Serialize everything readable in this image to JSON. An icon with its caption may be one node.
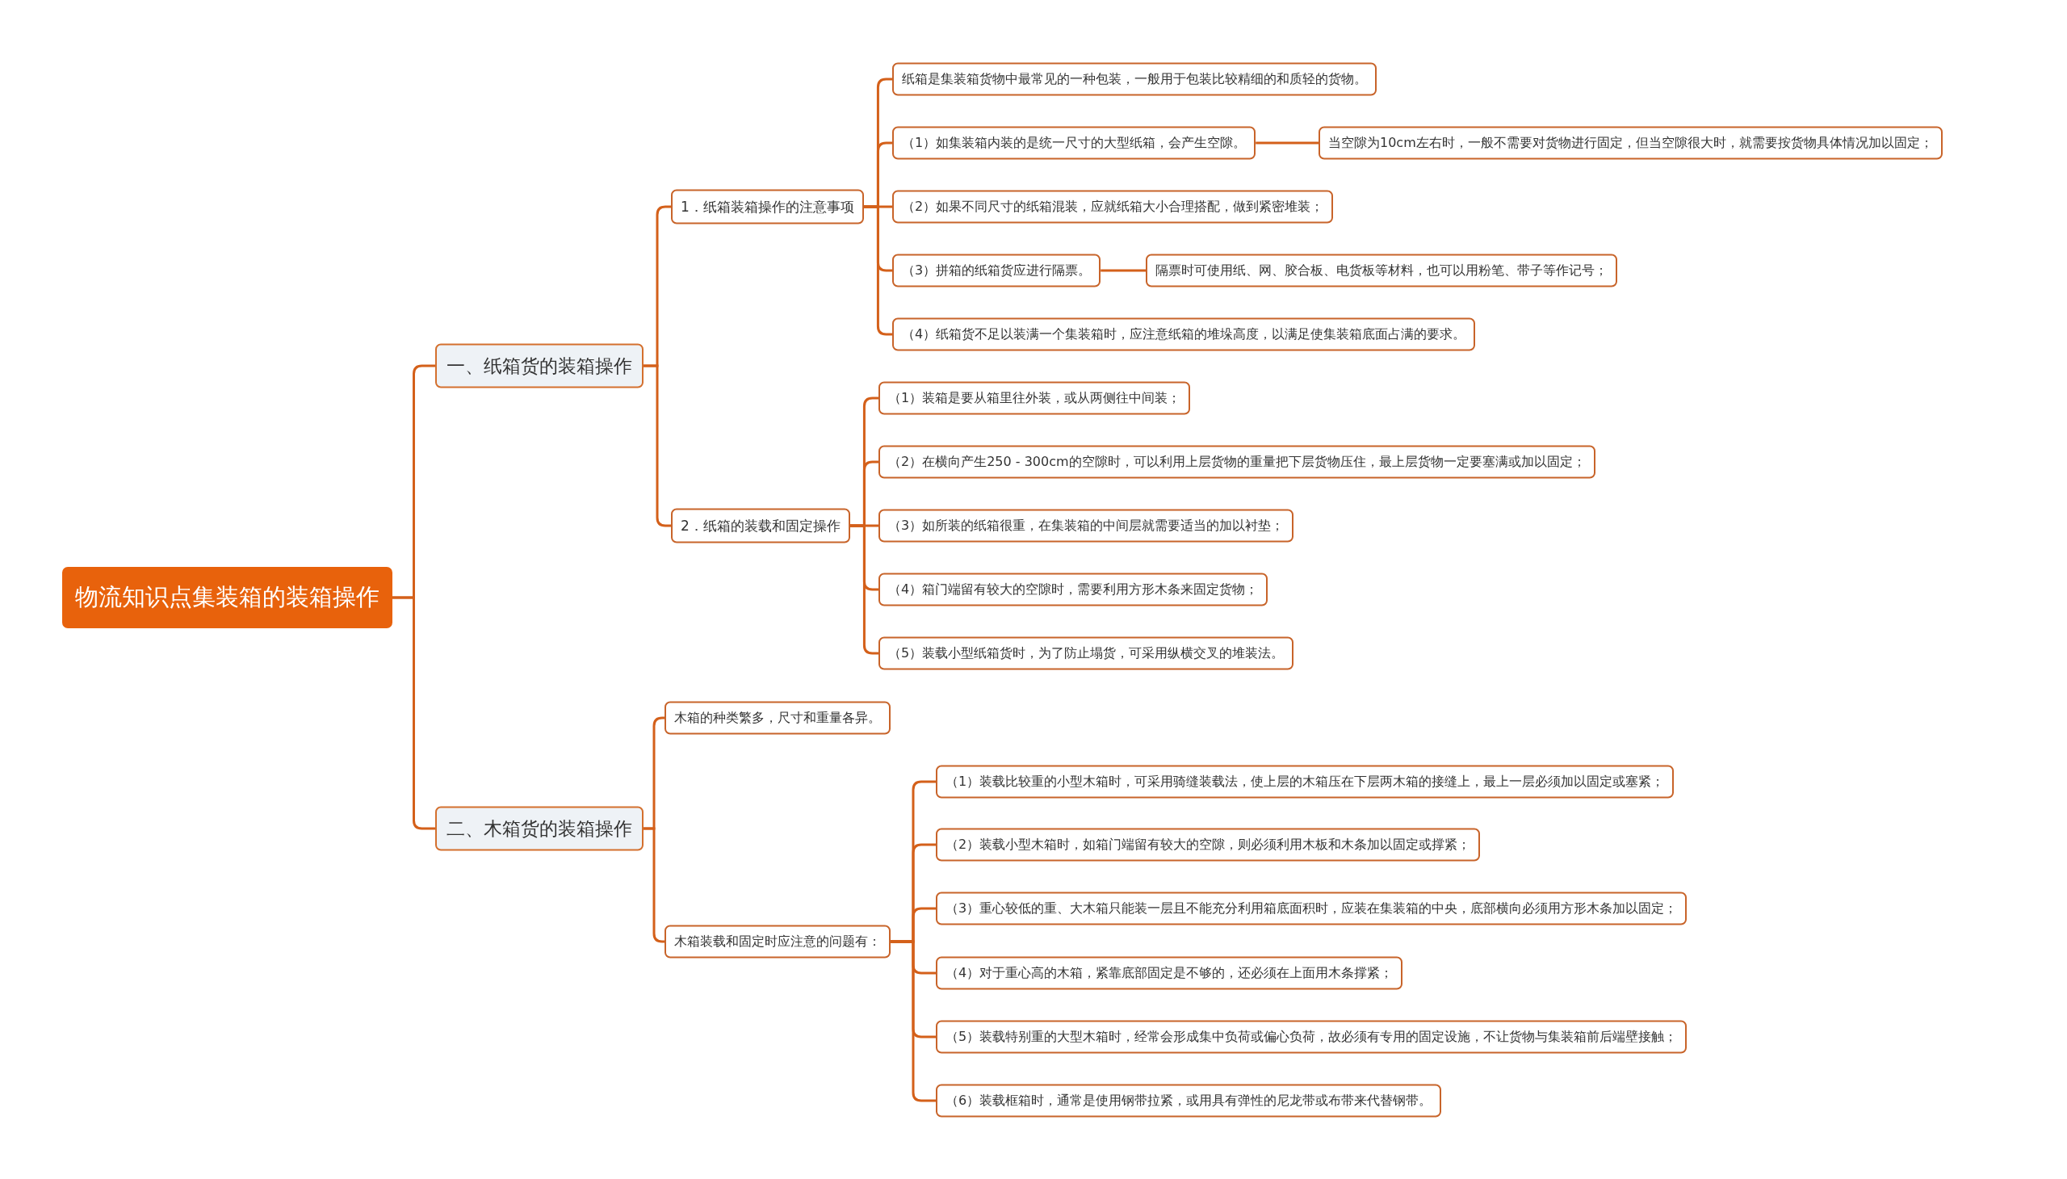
{
  "diagram": {
    "nodes": [
      {
        "text": [
          "物流知识点集装箱的装箱操作"
        ]
      },
      {
        "text": [
          "一、纸箱货的装箱操作"
        ]
      },
      {
        "text": [
          "1．纸箱装箱操作的注意事项"
        ]
      },
      {
        "text": [
          "纸箱是集装箱货物中最常见的一种包装，一般用于包装比较精细的和质轻的货物。"
        ]
      },
      {
        "text": [
          "（1）如集装箱内装的是统一尺寸的大型纸箱，会产生空隙。"
        ]
      },
      {
        "text": [
          "当空隙为10cm左右时，一般不需要对货物进行固定，但当空隙很大时，就需要按货物具体情况加以固定；"
        ]
      },
      {
        "text": [
          "（2）如果不同尺寸的纸箱混装，应就纸箱大小合理搭配，做到紧密堆装；"
        ]
      },
      {
        "text": [
          "（3）拼箱的纸箱货应进行隔票。"
        ]
      },
      {
        "text": [
          "隔票时可使用纸、网、胶合板、电货板等材料，也可以用粉笔、带子等作记号；"
        ]
      },
      {
        "text": [
          "（4）纸箱货不足以装满一个集装箱时，应注意纸箱的堆垛高度，以满足使集装箱底面占满的要求。"
        ]
      },
      {
        "text": [
          "2．纸箱的装载和固定操作"
        ]
      },
      {
        "text": [
          "（1）装箱是要从箱里往外装，或从两侧往中间装；"
        ]
      },
      {
        "text": [
          "（2）在横向产生250 - 300cm的空隙时，可以利用上层货物的重量把下层货物压住，最上层货物一定要塞满或加以固定；"
        ]
      },
      {
        "text": [
          "（3）如所装的纸箱很重，在集装箱的中间层就需要适当的加以衬垫；"
        ]
      },
      {
        "text": [
          "（4）箱门端留有较大的空隙时，需要利用方形木条来固定货物；"
        ]
      },
      {
        "text": [
          "（5）装载小型纸箱货时，为了防止塌货，可采用纵横交叉的堆装法。"
        ]
      },
      {
        "text": [
          "二、木箱货的装箱操作"
        ]
      },
      {
        "text": [
          "木箱的种类繁多，尺寸和重量各异。"
        ]
      },
      {
        "text": [
          "木箱装载和固定时应注意的问题有："
        ]
      },
      {
        "text": [
          "（1）装载比较重的小型木箱时，可采用骑缝装载法，使上层的木箱压在下层两木箱的接缝上，最上一层必须加以固定或塞紧；"
        ]
      },
      {
        "text": [
          "（2）装载小型木箱时，如箱门端留有较大的空隙，则必须利用木板和木条加以固定或撑紧；"
        ]
      },
      {
        "text": [
          "（3）重心较低的重、大木箱只能装一层且不能充分利用箱底面积时，应装在集装箱的中央，底部横向必须用方形木条加以固定；"
        ]
      },
      {
        "text": [
          "（4）对于重心高的木箱，紧靠底部固定是不够的，还必须在上面用木条撑紧；"
        ]
      },
      {
        "text": [
          "（5）装载特别重的大型木箱时，经常会形成集中负荷或偏心负荷，故必须有专用的固定设施，不让货物与集装箱前后端壁接触；"
        ]
      },
      {
        "text": [
          "（6）装载框箱时，通常是使用钢带拉紧，或用具有弹性的尼龙带或布带来代替钢带。"
        ]
      }
    ],
    "edges": [
      {
        "from": 0,
        "to": 1,
        "arrow": "none"
      },
      {
        "from": 0,
        "to": 16,
        "arrow": "none"
      },
      {
        "from": 1,
        "to": 2,
        "arrow": "none"
      },
      {
        "from": 1,
        "to": 10,
        "arrow": "none"
      },
      {
        "from": 2,
        "to": 3,
        "arrow": "none"
      },
      {
        "from": 2,
        "to": 4,
        "arrow": "none"
      },
      {
        "from": 4,
        "to": 5,
        "arrow": "none"
      },
      {
        "from": 2,
        "to": 6,
        "arrow": "none"
      },
      {
        "from": 2,
        "to": 7,
        "arrow": "none"
      },
      {
        "from": 7,
        "to": 8,
        "arrow": "none"
      },
      {
        "from": 2,
        "to": 9,
        "arrow": "none"
      },
      {
        "from": 10,
        "to": 11,
        "arrow": "none"
      },
      {
        "from": 10,
        "to": 12,
        "arrow": "none"
      },
      {
        "from": 10,
        "to": 13,
        "arrow": "none"
      },
      {
        "from": 10,
        "to": 14,
        "arrow": "none"
      },
      {
        "from": 10,
        "to": 15,
        "arrow": "none"
      },
      {
        "from": 16,
        "to": 17,
        "arrow": "none"
      },
      {
        "from": 16,
        "to": 18,
        "arrow": "none"
      },
      {
        "from": 18,
        "to": 19,
        "arrow": "none"
      },
      {
        "from": 18,
        "to": 20,
        "arrow": "none"
      },
      {
        "from": 18,
        "to": 21,
        "arrow": "none"
      },
      {
        "from": 18,
        "to": 22,
        "arrow": "none"
      },
      {
        "from": 18,
        "to": 23,
        "arrow": "none"
      },
      {
        "from": 18,
        "to": 24,
        "arrow": "none"
      }
    ]
  }
}
